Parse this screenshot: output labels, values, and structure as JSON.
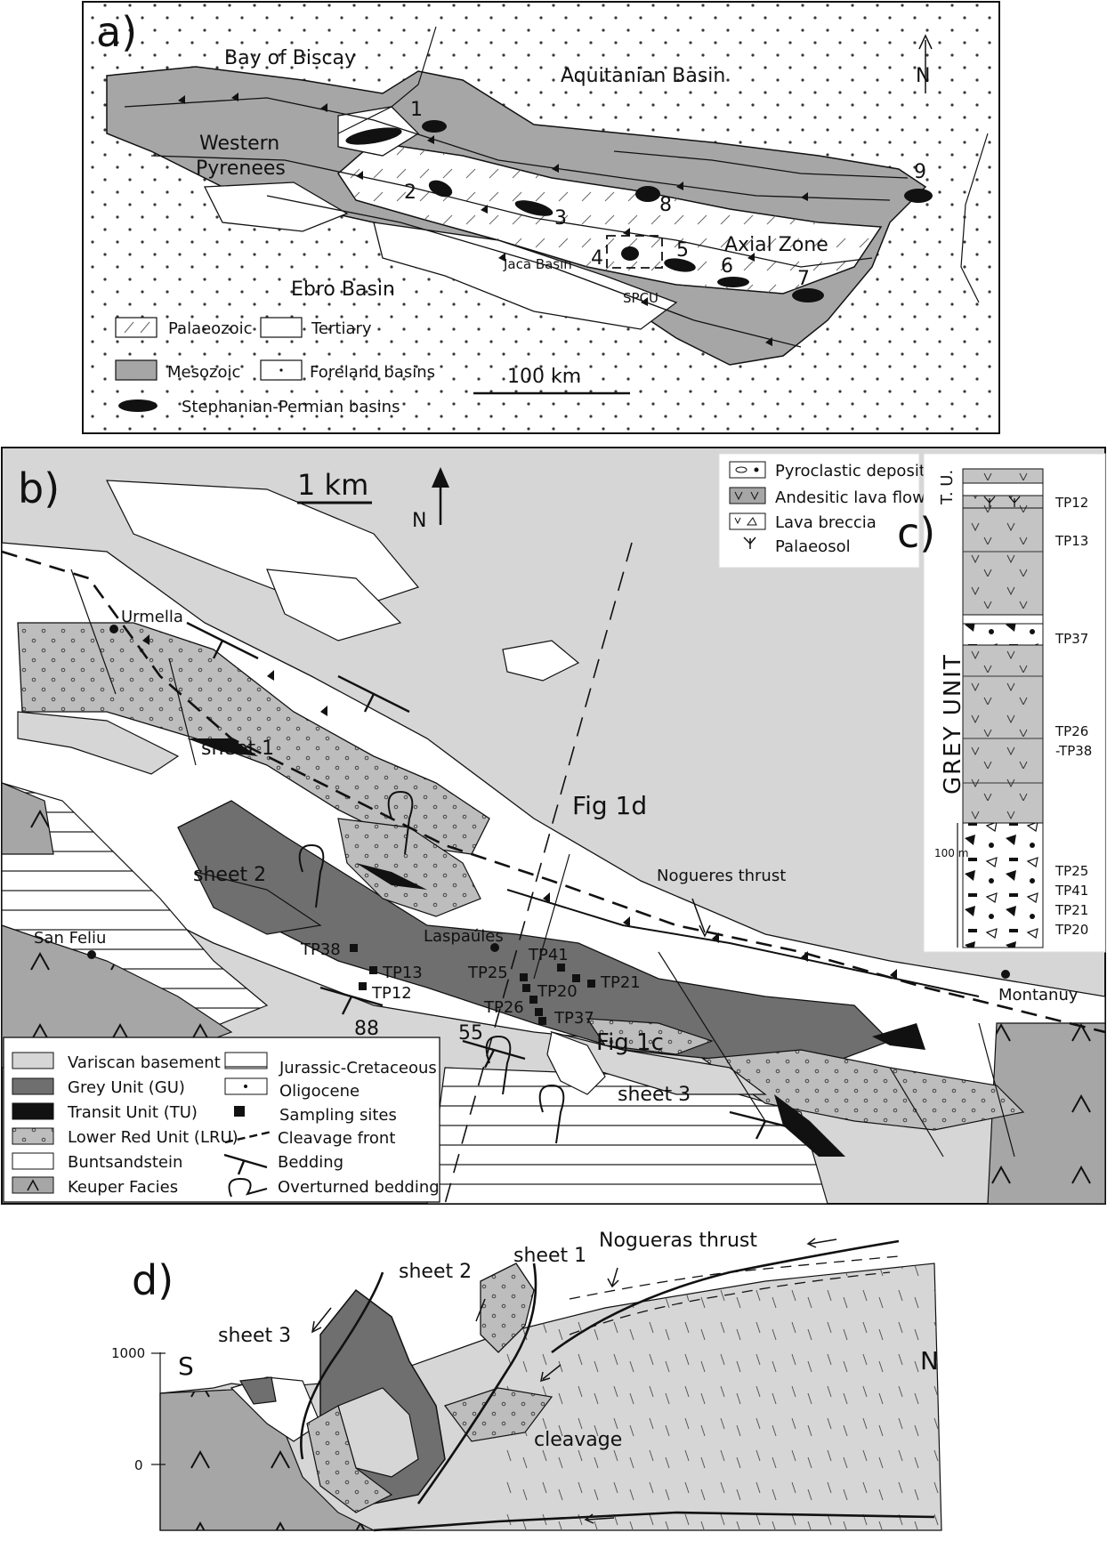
{
  "panels": {
    "a": {
      "label": "a)",
      "places": {
        "bay_of_biscay": "Bay of Biscay",
        "aquitanian_basin": "Aquitanian Basin",
        "western_pyrenees": "Western\nPyrenees",
        "western_pyrenees_l1": "Western",
        "western_pyrenees_l2": "Pyrenees",
        "axial_zone": "Axial Zone",
        "jaca_basin": "Jaca Basin",
        "ebro_basin": "Ebro Basin",
        "spcu": "SPCU"
      },
      "north": "N",
      "basin_numbers": [
        "1",
        "2",
        "3",
        "4",
        "5",
        "6",
        "7",
        "8",
        "9"
      ],
      "scale": "100 km",
      "legend": {
        "palaeozoic": "Palaeozoic",
        "tertiary": "Tertiary",
        "mesozoic": "Mesozoic",
        "foreland": "Foreland basins",
        "stephanian": "Stephanian-Permian basins"
      }
    },
    "b": {
      "label": "b)",
      "scale": "1 km",
      "north": "N",
      "places": {
        "urmella": "Urmella",
        "san_feliu": "San Feliu",
        "laspaules": "Laspaúles",
        "montanuy": "Montanuy",
        "nogueres_thrust": "Nogueres thrust",
        "fig1d": "Fig 1d",
        "fig1c": "Fig 1c",
        "sheet1": "sheet 1",
        "sheet2": "sheet 2",
        "sheet3": "sheet 3"
      },
      "sites": [
        "TP38",
        "TP13",
        "TP12",
        "TP25",
        "TP41",
        "TP20",
        "TP21",
        "TP26",
        "TP37"
      ],
      "dips": [
        "88",
        "55"
      ],
      "legend": {
        "variscan": "Variscan basement",
        "grey": "Grey Unit (GU)",
        "transit": "Transit Unit (TU)",
        "lru": "Lower Red Unit (LRU)",
        "bunt": "Buntsandstein",
        "keuper": "Keuper Facies",
        "jurassic": "Jurassic-Cretaceous",
        "oligocene": "Oligocene",
        "sampling": "Sampling sites",
        "cleavage": "Cleavage front",
        "bedding": "Bedding",
        "overturned": "Overturned bedding"
      }
    },
    "c": {
      "label": "c)",
      "legend": {
        "pyroclastic": "Pyroclastic deposit",
        "andesitic": "Andesitic lava flow",
        "breccia": "Lava breccia",
        "palaeosol": "Palaeosol"
      },
      "unit_tu": "T. U.",
      "unit_grey": "GREY UNIT",
      "scale_label": "100 m",
      "sites": [
        "TP12",
        "TP13",
        "TP37",
        "TP26",
        "-TP38",
        "TP25",
        "TP41",
        "TP21",
        "TP20"
      ]
    },
    "d": {
      "label": "d)",
      "sheets": [
        "sheet 3",
        "sheet 2",
        "sheet 1"
      ],
      "nogueras": "Nogueras thrust",
      "cleavage": "cleavage",
      "south": "S",
      "north": "N",
      "elev_1000": "1000",
      "elev_0": "0"
    }
  },
  "colors": {
    "mesozoic": "#a6a6a6",
    "light_grey": "#d6d6d6",
    "grey_unit": "#6f6f6f",
    "black": "#111111",
    "lru": "#bdbdbd"
  }
}
